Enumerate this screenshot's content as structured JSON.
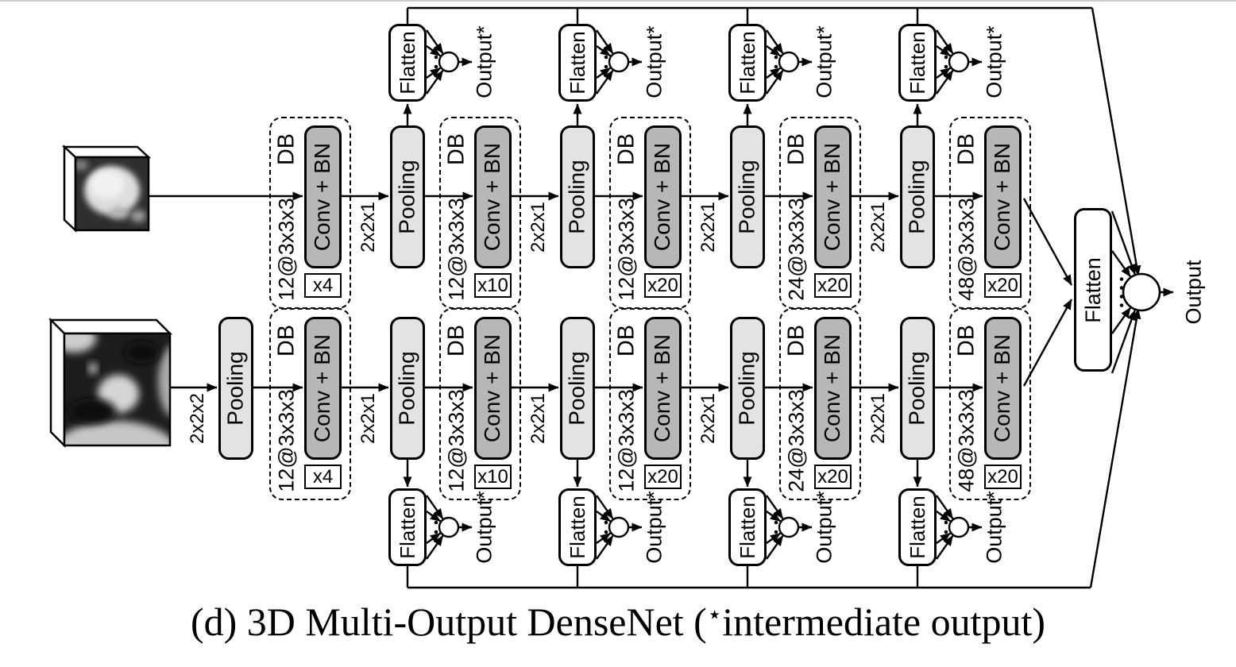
{
  "figure": {
    "caption_prefix": "(d) 3D Multi-Output DenseNet (",
    "caption_star": "⋆",
    "caption_suffix": "intermediate output)"
  },
  "labels": {
    "dense_block": "DB",
    "conv_bn": "Conv + BN",
    "pooling": "Pooling",
    "flatten": "Flatten",
    "intermediate_output": "Output*",
    "final_output": "Output",
    "transition_pool_kernel": "2x2x1",
    "input_pool_kernel": "2x2x2"
  },
  "dense_blocks": [
    {
      "filters": "12@3x3x3",
      "repeats": "x4"
    },
    {
      "filters": "12@3x3x3",
      "repeats": "x10"
    },
    {
      "filters": "12@3x3x3",
      "repeats": "x20"
    },
    {
      "filters": "24@3x3x3",
      "repeats": "x20"
    },
    {
      "filters": "48@3x3x3",
      "repeats": "x20"
    }
  ],
  "colors": {
    "conv_fill": "#b7b7b7",
    "pooling_fill": "#e3e3e3",
    "flatten_fill": "#ffffff",
    "line": "#000000",
    "background": "#ffffff"
  }
}
